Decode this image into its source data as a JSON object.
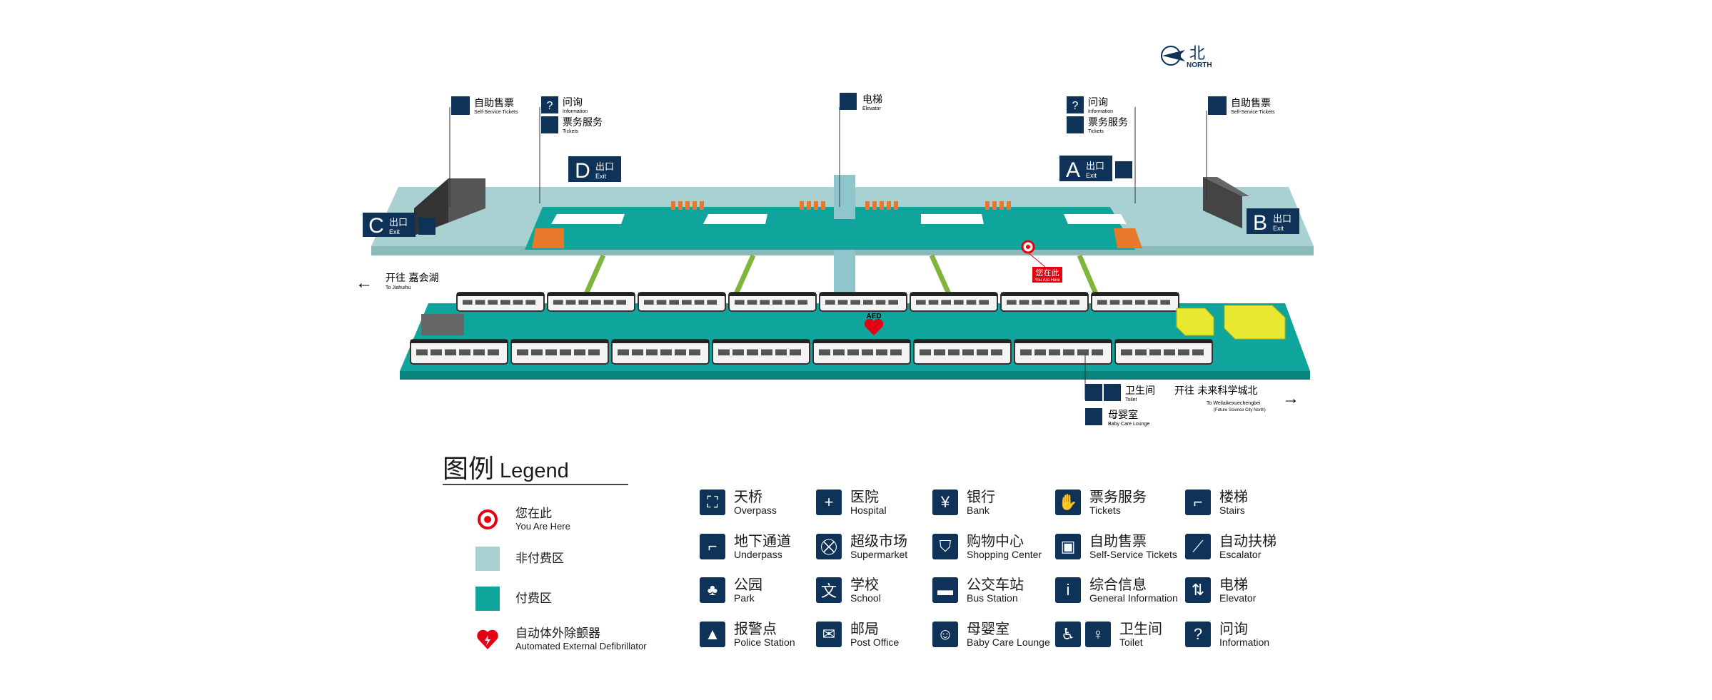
{
  "compass": {
    "cn": "北",
    "en": "NORTH"
  },
  "exits": {
    "A": {
      "letter": "A",
      "cn": "出口",
      "en": "Exit"
    },
    "B": {
      "letter": "B",
      "cn": "出口",
      "en": "Exit"
    },
    "C": {
      "letter": "C",
      "cn": "出口",
      "en": "Exit"
    },
    "D": {
      "letter": "D",
      "cn": "出口",
      "en": "Exit"
    }
  },
  "callouts": {
    "self_ticket": {
      "cn": "自助售票",
      "en": "Self-Service Tickets"
    },
    "info": {
      "cn": "问询",
      "en": "Information"
    },
    "tickets": {
      "cn": "票务服务",
      "en": "Tickets"
    },
    "elevator": {
      "cn": "电梯",
      "en": "Elevator"
    },
    "toilet": {
      "cn": "卫生间",
      "en": "Toilet"
    },
    "baby": {
      "cn": "母婴室",
      "en": "Baby Care Lounge"
    },
    "you_are_here": {
      "cn": "您在此",
      "en": "You Are Here"
    },
    "aed": "AED"
  },
  "directions": {
    "west": {
      "cn": "开往 嘉会湖",
      "en": "To Jiahuihu",
      "arrow": "←"
    },
    "east": {
      "cn": "开往 未来科学城北",
      "en": "To Weilaikexuechengbei",
      "en2": "(Future Science City North)",
      "arrow": "→"
    }
  },
  "legend": {
    "title_cn": "图例",
    "title_en": "Legend",
    "items": [
      {
        "cn": "您在此",
        "en": "You Are Here"
      },
      {
        "cn": "非付费区",
        "en": ""
      },
      {
        "cn": "付费区",
        "en": ""
      },
      {
        "cn": "自动体外除颤器",
        "en": "Automated External Defibrillator"
      }
    ],
    "colors": {
      "unpaid": "#a9d1d1",
      "paid": "#0fa59d",
      "marker": "#e50012"
    }
  },
  "services": [
    {
      "icon": "overpass-icon",
      "cn": "天桥",
      "en": "Overpass"
    },
    {
      "icon": "hospital-icon",
      "cn": "医院",
      "en": "Hospital"
    },
    {
      "icon": "bank-icon",
      "cn": "银行",
      "en": "Bank"
    },
    {
      "icon": "tickets-icon",
      "cn": "票务服务",
      "en": "Tickets"
    },
    {
      "icon": "stairs-icon",
      "cn": "楼梯",
      "en": "Stairs"
    },
    {
      "icon": "underpass-icon",
      "cn": "地下通道",
      "en": "Underpass"
    },
    {
      "icon": "supermarket-icon",
      "cn": "超级市场",
      "en": "Supermarket"
    },
    {
      "icon": "shopping-center-icon",
      "cn": "购物中心",
      "en": "Shopping Center"
    },
    {
      "icon": "self-service-tickets-icon",
      "cn": "自助售票",
      "en": "Self-Service Tickets"
    },
    {
      "icon": "escalator-icon",
      "cn": "自动扶梯",
      "en": "Escalator"
    },
    {
      "icon": "park-icon",
      "cn": "公园",
      "en": "Park"
    },
    {
      "icon": "school-icon",
      "cn": "学校",
      "en": "School"
    },
    {
      "icon": "bus-station-icon",
      "cn": "公交车站",
      "en": "Bus Station"
    },
    {
      "icon": "general-info-icon",
      "cn": "综合信息",
      "en": "General Information"
    },
    {
      "icon": "elevator-icon",
      "cn": "电梯",
      "en": "Elevator"
    },
    {
      "icon": "police-station-icon",
      "cn": "报警点",
      "en": "Police Station"
    },
    {
      "icon": "post-office-icon",
      "cn": "邮局",
      "en": "Post Office"
    },
    {
      "icon": "baby-care-icon",
      "cn": "母婴室",
      "en": "Baby Care Lounge"
    },
    {
      "icon": "toilet-icon",
      "cn": "卫生间",
      "en": "Toilet"
    },
    {
      "icon": "information-icon",
      "cn": "问询",
      "en": "Information"
    }
  ],
  "icon_glyphs": {
    "school": "文",
    "bank": "¥",
    "info": "?",
    "general": "i",
    "hospital": "+",
    "post": "✉"
  }
}
